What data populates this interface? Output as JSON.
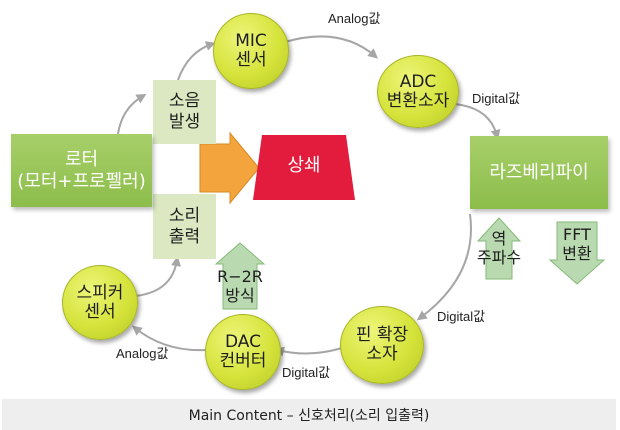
{
  "nodes": {
    "mic_sensor": "MIC\n센서",
    "adc": "ADC\n변환소자",
    "pin_tag": "핀 확장\n소자",
    "dac": "DAC\n컨버터",
    "speaker_sensor": "스피커\n센서",
    "rotor": "로터\n(모터+프로펠러)",
    "raspberry_pi": "라즈베리파이",
    "noise_gen": "소음\n발생",
    "sound_out": "소리\n출력",
    "cancel": "상쇄"
  },
  "arrows": {
    "inverse_freq": "역\n주파수",
    "fft": "FFT\n변환",
    "r2r": "R−2R\n방식"
  },
  "labels": {
    "analog_top": "Analog값",
    "digital_right_top": "Digital값",
    "digital_right_bottom": "Digital값",
    "digital_bottom": "Digital값",
    "analog_bottom": "Analog값"
  },
  "footer": "Main Content – 신호처리(소리 입출력)",
  "colors": {
    "circle_fill": "#d5e33b",
    "box_green": "#8cbd4a",
    "box_pale": "#dbe8c2",
    "arrow_orange": "#f3a43c",
    "cancel_red": "#e31b3c",
    "connector_gray": "#a6a6a6"
  }
}
